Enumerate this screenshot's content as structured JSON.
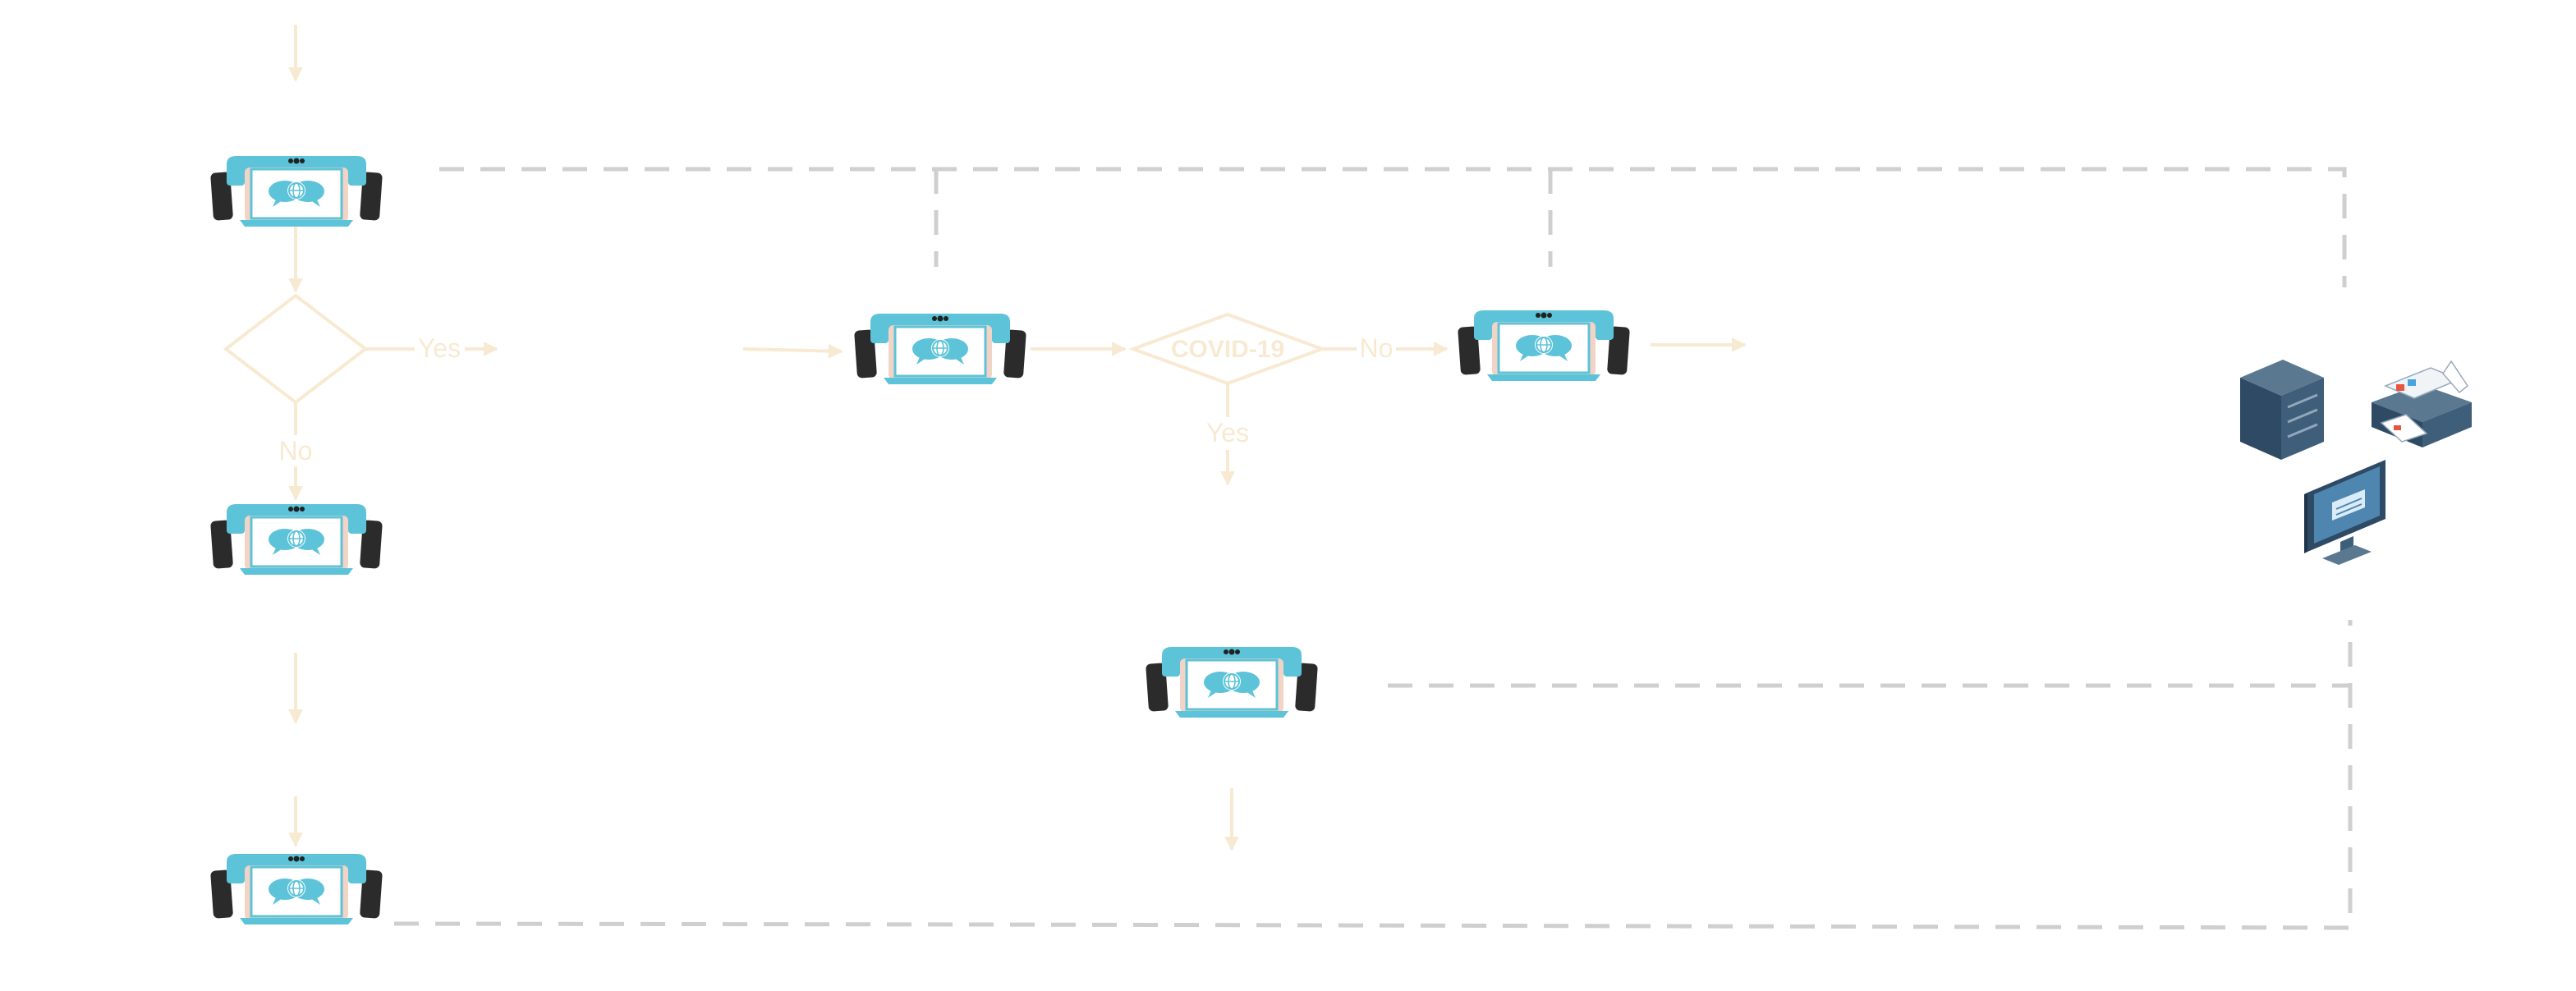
{
  "nodes": {
    "decision_1": {
      "label": ""
    },
    "decision_2": {
      "label": "COVID-19"
    }
  },
  "edges": {
    "yes_1": "Yes",
    "no_1": "No",
    "no_2": "No",
    "yes_2": "Yes"
  },
  "icons": {
    "device": "handheld-tablet-device-icon",
    "server": "server-icon",
    "printer": "printer-icon",
    "monitor": "monitor-icon"
  },
  "colors": {
    "flow": "#f8ead2",
    "dashed_link": "#cfcfcf",
    "device_frame": "#5cc3d8",
    "device_grip": "#2b2b2b",
    "server": "#2e4a64"
  }
}
